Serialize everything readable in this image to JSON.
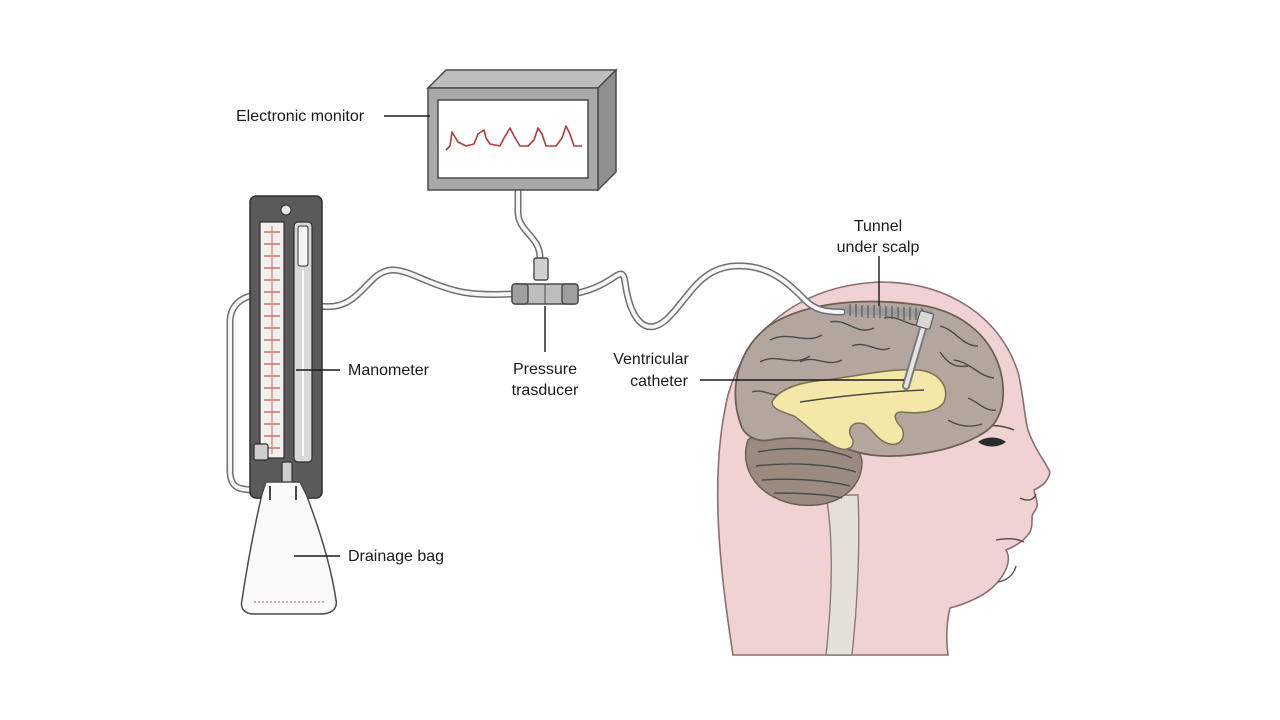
{
  "labels": {
    "electronic_monitor": "Electronic monitor",
    "manometer": "Manometer",
    "drainage_bag": "Drainage bag",
    "pressure_transducer_line1": "Pressure",
    "pressure_transducer_line2": "trasducer",
    "ventricular_catheter_line1": "Ventricular",
    "ventricular_catheter_line2": "catheter",
    "tunnel_line1": "Tunnel",
    "tunnel_line2": "under scalp"
  },
  "icons": {
    "monitor": "monitor-icon",
    "manometer": "manometer-icon",
    "drainage_bag": "drainage-bag-icon",
    "transducer": "pressure-transducer-icon",
    "head": "head-brain-icon",
    "catheter": "ventricular-catheter-icon"
  },
  "colors": {
    "waveform": "#b23a3a",
    "skin": "#f0d2d3",
    "brain": "#b3a69e",
    "ventricle": "#f3e8a8",
    "cerebellum": "#9a8a80",
    "manometer_scale": "#c96a5e"
  }
}
